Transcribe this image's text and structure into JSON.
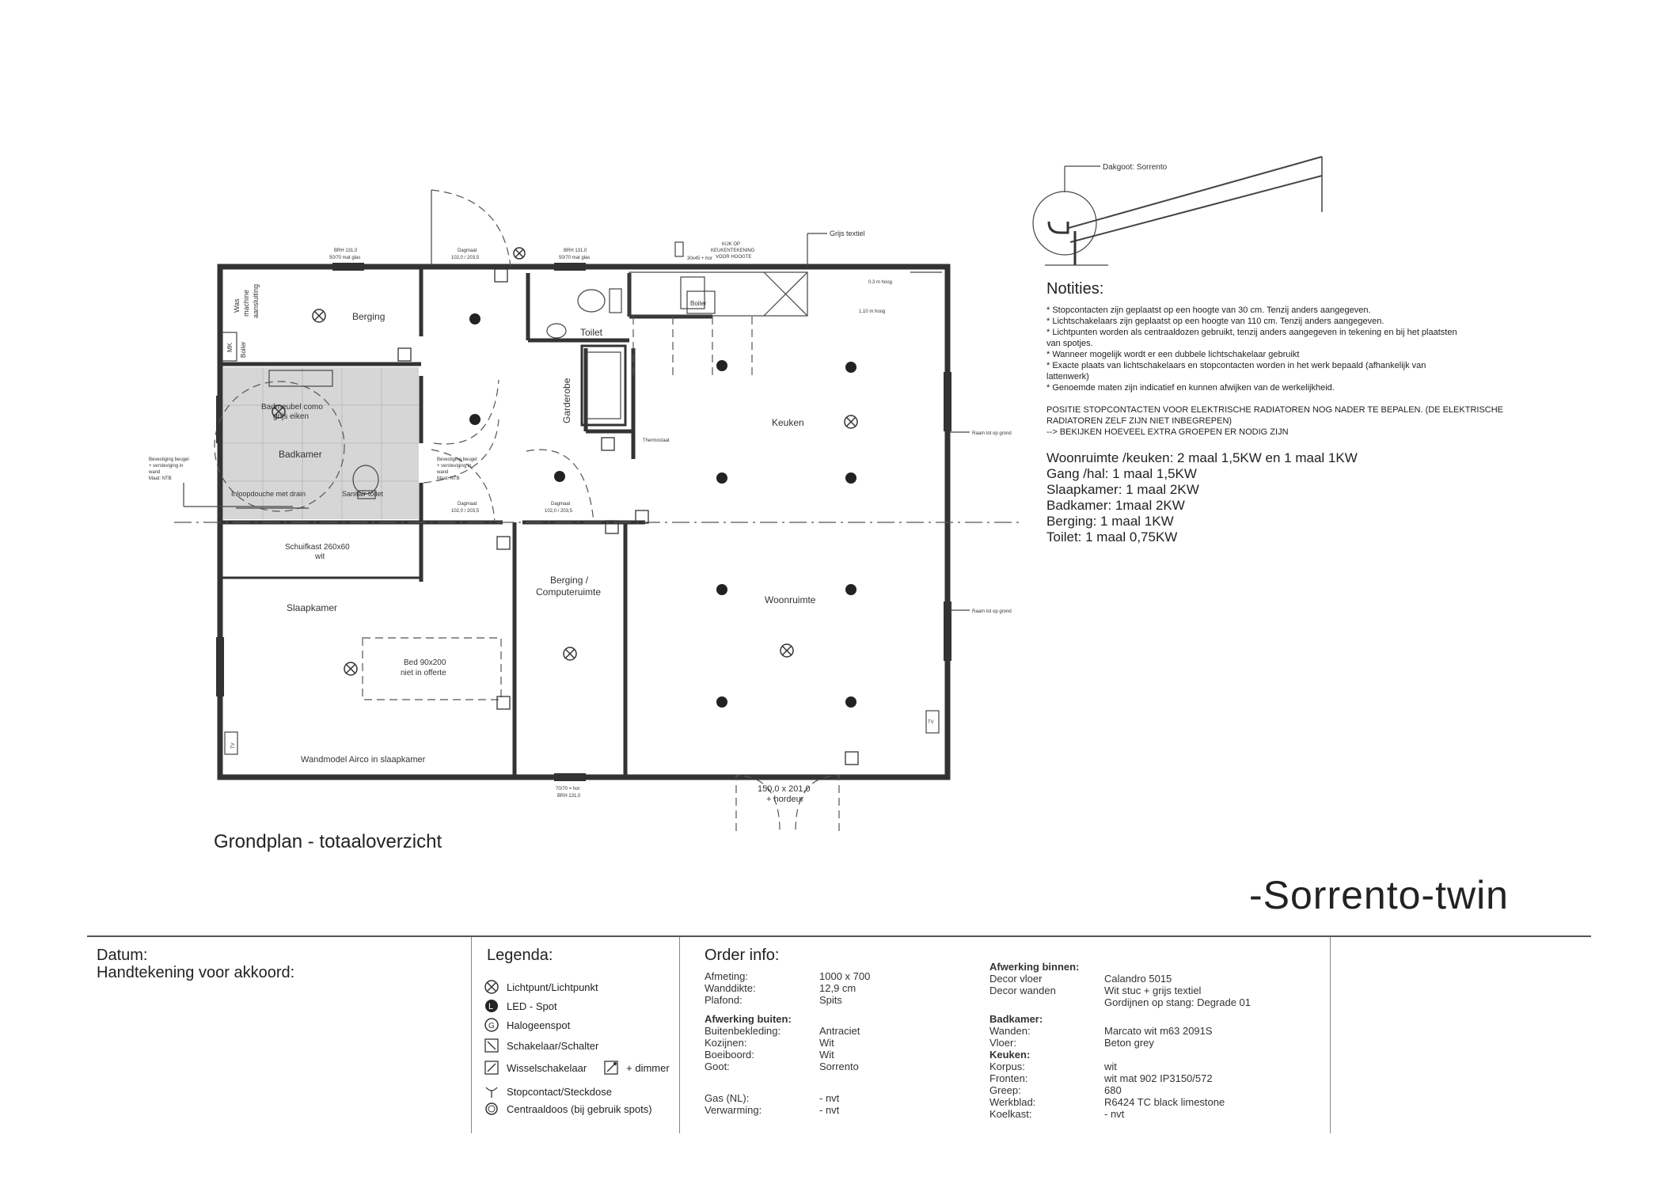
{
  "plan": {
    "rooms": {
      "berging": "Berging",
      "badkamer": "Badkamer",
      "toilet": "Toilet",
      "garderobe": "Garderobe",
      "keuken": "Keuken",
      "woonruimte": "Woonruimte",
      "slaapkamer": "Slaapkamer",
      "berging_computer_1": "Berging /",
      "berging_computer_2": "Computeruimte"
    },
    "labels": {
      "badmeubel_1": "Badmeubel como",
      "badmeubel_2": "grijs eiken",
      "inloopdouche": "Inloopdouche met drain",
      "sanitair": "Sanitair toilet",
      "schuifkast_1": "Schuifkast 260x60",
      "schuifkast_2": "wit",
      "bed_1": "Bed 90x200",
      "bed_2": "niet in offerte",
      "airco": "Wandmodel Airco in slaapkamer",
      "boiler": "Boiler",
      "thermostaat": "Thermostaat",
      "grijs_textiel": "Grijs textiel",
      "kijk_op_1": "KIJK OP",
      "kijk_op_2": "KEUKENTEKENING",
      "kijk_op_3": "VOOR HOOGTE",
      "hoog_03": "0,3 m hoog",
      "hoog_110": "1,10 m hoog",
      "raam_1": "Raam tot op grond",
      "raam_2": "Raam tot op grond",
      "door_size_1": "150,0 x 201,0",
      "door_size_2": "+ hordeur",
      "bevestiging_1": "Bevestiging beugel",
      "bevestiging_2": "+ versteviging in",
      "bevestiging_3": "wand",
      "bevestiging_4": "Maat: NTB",
      "wasmachine_1": "Was",
      "wasmachine_2": "machine",
      "wasmachine_3": "aansluiting",
      "mk_1": "MK",
      "mk_2": "Boiler",
      "win_brh_top1": "BRH 131,0",
      "win_size_top1": "50/70 mat glas",
      "win_brh_top2": "BRH 131,0",
      "win_size_top2": "50/70 mat glas",
      "win_bottom_size": "70/70 = hor",
      "win_bottom_brh": "BRH 131,0",
      "dagmaat_1": "Dagmaat",
      "dagmaat_1_size": "102,0 / 203,5",
      "dagmaat_2": "Dagmaat",
      "dagmaat_2_size": "102,0 / 203,5",
      "dagmaat_3": "Dagmaat",
      "dagmaat_3_size": "102,0 / 203,5",
      "keuken_hor": "30x45 + hor",
      "dakgoot": "Dakgoot: Sorrento",
      "tv_1": "TV",
      "tv_2": "TV"
    }
  },
  "notes": {
    "title": "Notities:",
    "items": [
      "* Stopcontacten zijn geplaatst op een hoogte van 30 cm. Tenzij anders aangegeven.",
      "* Lichtschakelaars zijn geplaatst op een hoogte van 110 cm. Tenzij anders aangegeven.",
      "* Lichtpunten worden als centraaldozen gebruikt, tenzij anders aangegeven in tekening en bij het plaatsten",
      "van spotjes.",
      "* Wanneer mogelijk wordt er een dubbele lichtschakelaar gebruikt",
      "* Exacte plaats van lichtschakelaars en stopcontacten worden in het werk bepaald (afhankelijk van",
      "lattenwerk)",
      "* Genoemde maten zijn indicatief en kunnen afwijken van de werkelijkheid."
    ],
    "caps": [
      "POSITIE STOPCONTACTEN VOOR ELEKTRISCHE RADIATOREN NOG NADER TE BEPALEN. (DE ELEKTRISCHE",
      "RADIATOREN ZELF ZIJN NIET INBEGREPEN)",
      "--> BEKIJKEN HOEVEEL EXTRA GROEPEN ER NODIG ZIJN"
    ],
    "power": [
      "Woonruimte /keuken: 2 maal 1,5KW  en 1 maal 1KW",
      "Gang /hal:  1 maal 1,5KW",
      "Slaapkamer: 1 maal 2KW",
      "Badkamer: 1maal 2KW",
      "Berging: 1 maal 1KW",
      "Toilet: 1 maal 0,75KW"
    ]
  },
  "plan_title": "Grondplan - totaaloverzicht",
  "brand": "-Sorrento-twin",
  "footer": {
    "datum": "Datum:",
    "handtekening": "Handtekening voor akkoord:",
    "legenda_title": "Legenda:",
    "legend": {
      "lichtpunt": "Lichtpunt/Lichtpunkt",
      "led": "LED - Spot",
      "halogeen": "Halogeenspot",
      "schakelaar": "Schakelaar/Schalter",
      "wissel": "Wisselschakelaar",
      "dimmer": "+ dimmer",
      "stopcontact": "Stopcontact/Steckdose",
      "centraal": "Centraaldoos (bij gebruik spots)"
    },
    "order_title": "Order info:",
    "order_rows": [
      [
        "Afmeting:",
        "1000 x 700"
      ],
      [
        "Wanddikte:",
        "12,9 cm"
      ],
      [
        "Plafond:",
        "Spits"
      ]
    ],
    "buiten_title": "Afwerking buiten:",
    "buiten_rows": [
      [
        "Buitenbekleding:",
        "Antraciet"
      ],
      [
        "Kozijnen:",
        "Wit"
      ],
      [
        "Boeiboord:",
        "Wit"
      ],
      [
        "Goot:",
        "Sorrento"
      ]
    ],
    "extra_rows": [
      [
        "Gas (NL):",
        "- nvt"
      ],
      [
        "Verwarming:",
        "- nvt"
      ]
    ],
    "binnen_title": "Afwerking binnen:",
    "binnen_rows": [
      [
        "Decor vloer",
        "Calandro 5015"
      ],
      [
        "Decor wanden",
        "Wit stuc + grijs textiel"
      ],
      [
        "",
        "Gordijnen op stang:  Degrade 01"
      ]
    ],
    "badkamer_title": "Badkamer:",
    "badkamer_rows": [
      [
        "Wanden:",
        "Marcato wit m63 2091S"
      ],
      [
        "Vloer:",
        "Beton grey"
      ]
    ],
    "keuken_title": "Keuken:",
    "keuken_rows": [
      [
        "Korpus:",
        "wit"
      ],
      [
        "Fronten:",
        "wit mat 902 IP3150/572"
      ],
      [
        "Greep:",
        "680"
      ],
      [
        "Werkblad:",
        "R6424 TC black limestone"
      ],
      [
        "Koelkast:",
        "- nvt"
      ]
    ]
  }
}
